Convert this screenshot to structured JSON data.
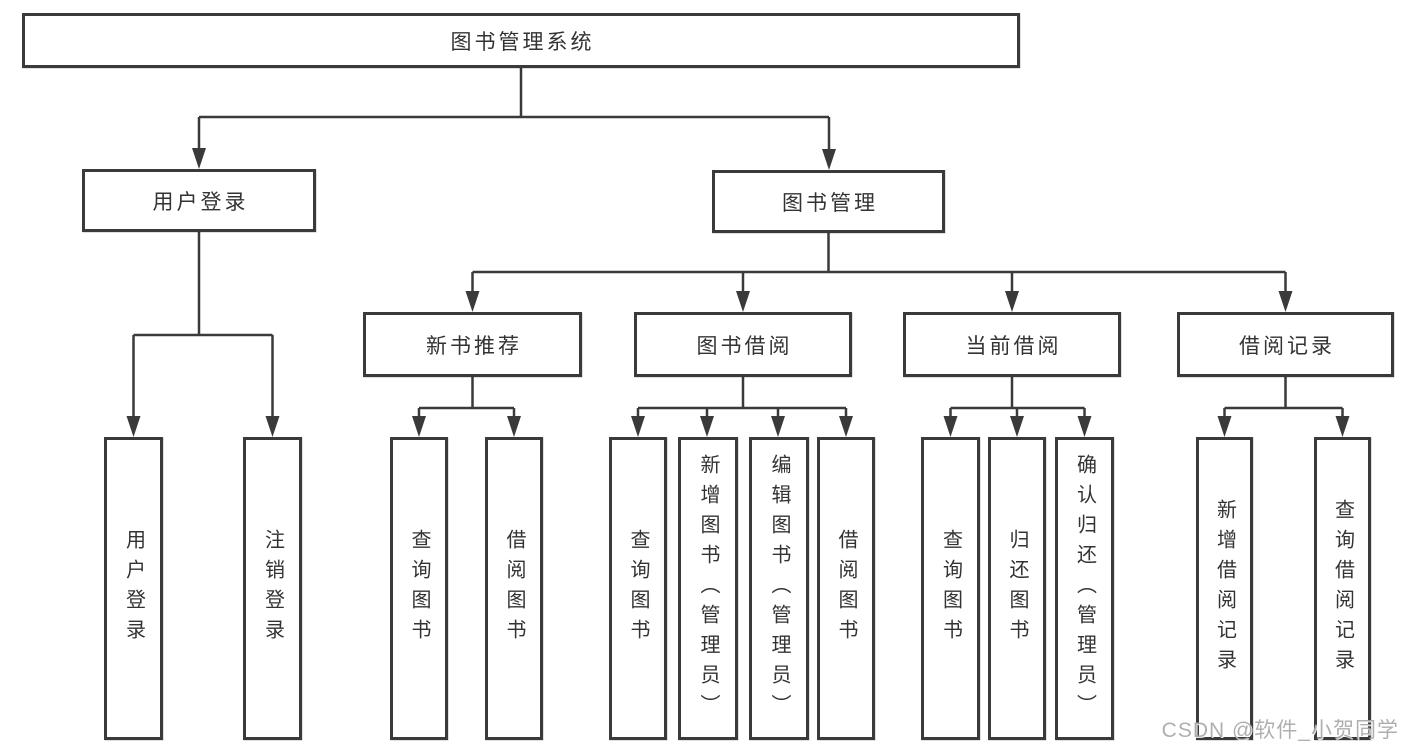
{
  "diagram_title": "图书管理系统",
  "tree": {
    "root": {
      "label": "图书管理系统",
      "children": [
        {
          "label": "用户登录",
          "children": [
            {
              "label": "用户登录"
            },
            {
              "label": "注销登录"
            }
          ]
        },
        {
          "label": "图书管理",
          "children": [
            {
              "label": "新书推荐",
              "children": [
                {
                  "label": "查询图书"
                },
                {
                  "label": "借阅图书"
                }
              ]
            },
            {
              "label": "图书借阅",
              "children": [
                {
                  "label": "查询图书"
                },
                {
                  "label": "新增图书（管理员）"
                },
                {
                  "label": "编辑图书（管理员）"
                },
                {
                  "label": "借阅图书"
                }
              ]
            },
            {
              "label": "当前借阅",
              "children": [
                {
                  "label": "查询图书"
                },
                {
                  "label": "归还图书"
                },
                {
                  "label": "确认归还（管理员）"
                }
              ]
            },
            {
              "label": "借阅记录",
              "children": [
                {
                  "label": "新增借阅记录"
                },
                {
                  "label": "查询借阅记录"
                }
              ]
            }
          ]
        }
      ]
    }
  },
  "watermark": {
    "text": "CSDN @软件_小贺同学"
  },
  "style": {
    "line_color": "#3a3a3a",
    "box_border_color": "#3a3a3a",
    "text_color": "#333333",
    "watermark_color": "#a8a8a8",
    "background_color": "#ffffff"
  }
}
